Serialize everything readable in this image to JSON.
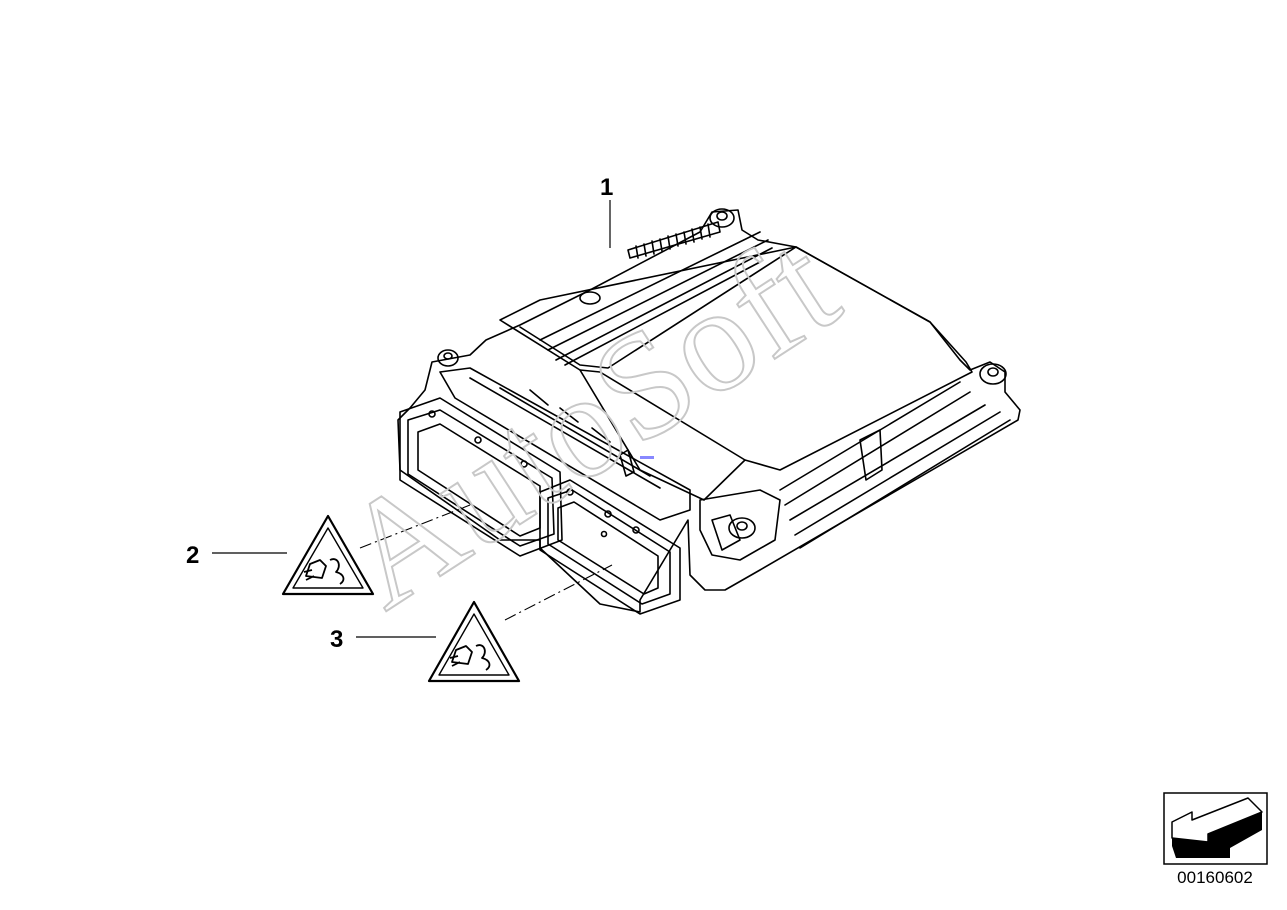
{
  "callouts": [
    {
      "id": "1",
      "label": "1"
    },
    {
      "id": "2",
      "label": "2"
    },
    {
      "id": "3",
      "label": "3"
    }
  ],
  "watermark": "AutoSoft",
  "reference_number": "00160602",
  "icons": {
    "part": "engine-control-unit",
    "label_2": "warning-triangle-connector-icon",
    "label_3": "warning-triangle-connector-icon",
    "nav": "back-arrow-icon"
  },
  "colors": {
    "line": "#000000",
    "watermark": "#c8c8c8",
    "background": "#ffffff"
  }
}
